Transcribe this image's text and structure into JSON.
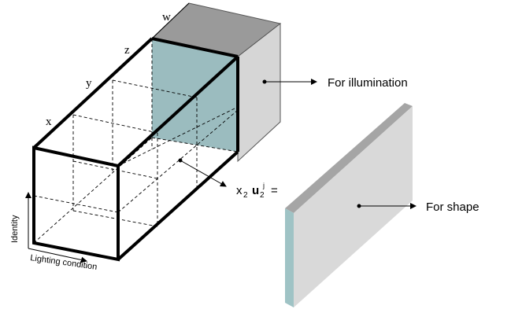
{
  "labels": {
    "w": "w",
    "z": "z",
    "y": "y",
    "x": "x",
    "for_illumination": "For illumination",
    "for_shape": "For shape",
    "identity": "Identity",
    "lighting_condition": "Lighting condition",
    "equation": {
      "x": "x",
      "x_sub": "2",
      "u": "u",
      "u_sub": "2",
      "u_sup": "j",
      "equals": "="
    }
  },
  "colors": {
    "teal_slice": "#9bbcbf",
    "gray_top": "#9a9a9a",
    "gray_side": "#d6d6d6",
    "plate_face": "#d9d9d9",
    "plate_edge": "#9aa0a0",
    "plate_side": "#9fc3c5"
  }
}
